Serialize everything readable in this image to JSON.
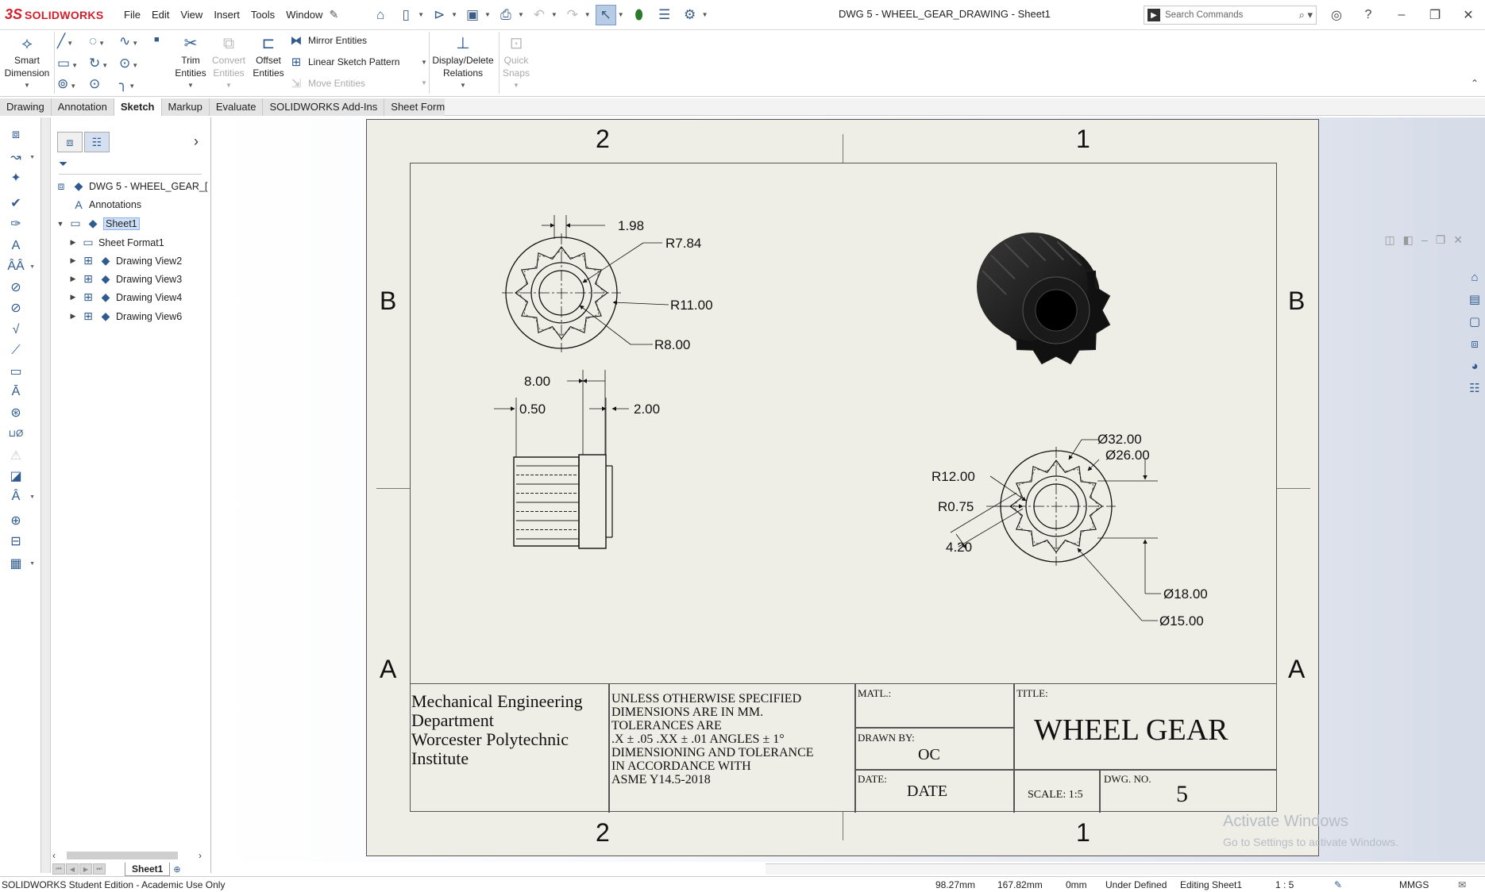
{
  "app": {
    "brand": "SOLIDWORKS",
    "menu": [
      "File",
      "Edit",
      "View",
      "Insert",
      "Tools",
      "Window"
    ],
    "document_title": "DWG 5 - WHEEL_GEAR_DRAWING - Sheet1",
    "search_placeholder": "Search Commands"
  },
  "ribbon": {
    "smart_dimension": [
      "Smart",
      "Dimension"
    ],
    "trim_entities": [
      "Trim",
      "Entities"
    ],
    "convert_entities": [
      "Convert",
      "Entities"
    ],
    "offset_entities": [
      "Offset",
      "Entities"
    ],
    "mirror_entities": "Mirror Entities",
    "linear_sketch_pattern": "Linear Sketch Pattern",
    "move_entities": "Move Entities",
    "display_delete_relations": [
      "Display/Delete",
      "Relations"
    ],
    "quick_snaps": [
      "Quick",
      "Snaps"
    ]
  },
  "tabs": [
    "Drawing",
    "Annotation",
    "Sketch",
    "Markup",
    "Evaluate",
    "SOLIDWORKS Add-Ins",
    "Sheet Format"
  ],
  "active_tab": "Sketch",
  "tree": {
    "root": "DWG 5 - WHEEL_GEAR_[",
    "annotations": "Annotations",
    "sheet": "Sheet1",
    "children": [
      "Sheet Format1",
      "Drawing View2",
      "Drawing View3",
      "Drawing View4",
      "Drawing View6"
    ]
  },
  "sheet_tab": "Sheet1",
  "drawing": {
    "zones": {
      "top_left": "2",
      "top_right": "1",
      "bottom_left": "2",
      "bottom_right": "1",
      "row_upper": "B",
      "row_lower": "A"
    },
    "dims_view2": [
      "1.98",
      "R7.84",
      "R11.00",
      "R8.00"
    ],
    "dims_view3": [
      "8.00",
      "0.50",
      "2.00"
    ],
    "dims_view4": [
      "Ø32.00",
      "Ø26.00",
      "R12.00",
      "R0.75",
      "4.20",
      "Ø18.00",
      "Ø15.00"
    ]
  },
  "title_block": {
    "organization": [
      "Mechanical Engineering",
      "Department",
      "Worcester Polytechnic",
      "Institute"
    ],
    "notes": [
      "UNLESS OTHERWISE SPECIFIED",
      "DIMENSIONS ARE IN MM.",
      "TOLERANCES ARE",
      ".X ± .05 .XX ± .01 ANGLES ± 1°",
      "DIMENSIONING AND TOLERANCE",
      "IN ACCORDANCE WITH",
      "ASME Y14.5-2018"
    ],
    "matl_label": "MATL.:",
    "drawn_by_label": "DRAWN BY:",
    "drawn_by": "OC",
    "date_label": "DATE:",
    "date": "DATE",
    "title_label": "TITLE:",
    "title": "WHEEL GEAR",
    "scale": "SCALE: 1:5",
    "dwg_no_label": "DWG.  NO.",
    "dwg_no": "5"
  },
  "watermark": [
    "Activate Windows",
    "Go to Settings to activate Windows."
  ],
  "status": {
    "edition": "SOLIDWORKS Student Edition - Academic Use Only",
    "x": "98.27mm",
    "y": "167.82mm",
    "z": "0mm",
    "definition": "Under Defined",
    "editing": "Editing Sheet1",
    "scale": "1 : 5",
    "units": "MMGS"
  }
}
